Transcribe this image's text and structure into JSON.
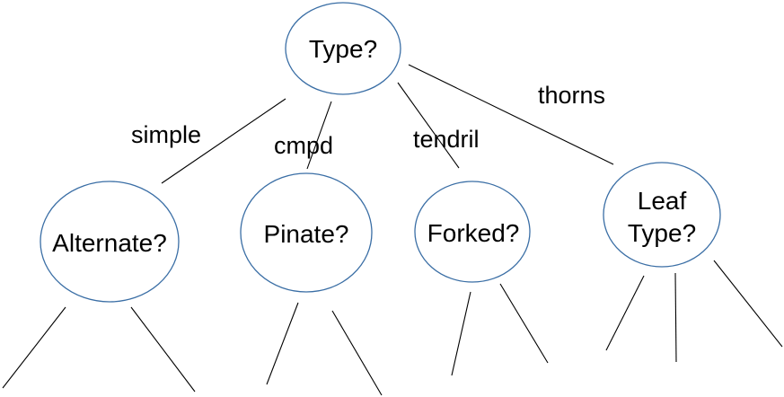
{
  "diagram": {
    "nodes": {
      "root": "Type?",
      "alternate": "Alternate?",
      "pinate": "Pinate?",
      "forked": "Forked?",
      "leaf_type_line1": "Leaf",
      "leaf_type_line2": "Type?"
    },
    "edges": {
      "simple": "simple",
      "cmpd": "cmpd",
      "tendril": "tendril",
      "thorns": "thorns"
    }
  }
}
